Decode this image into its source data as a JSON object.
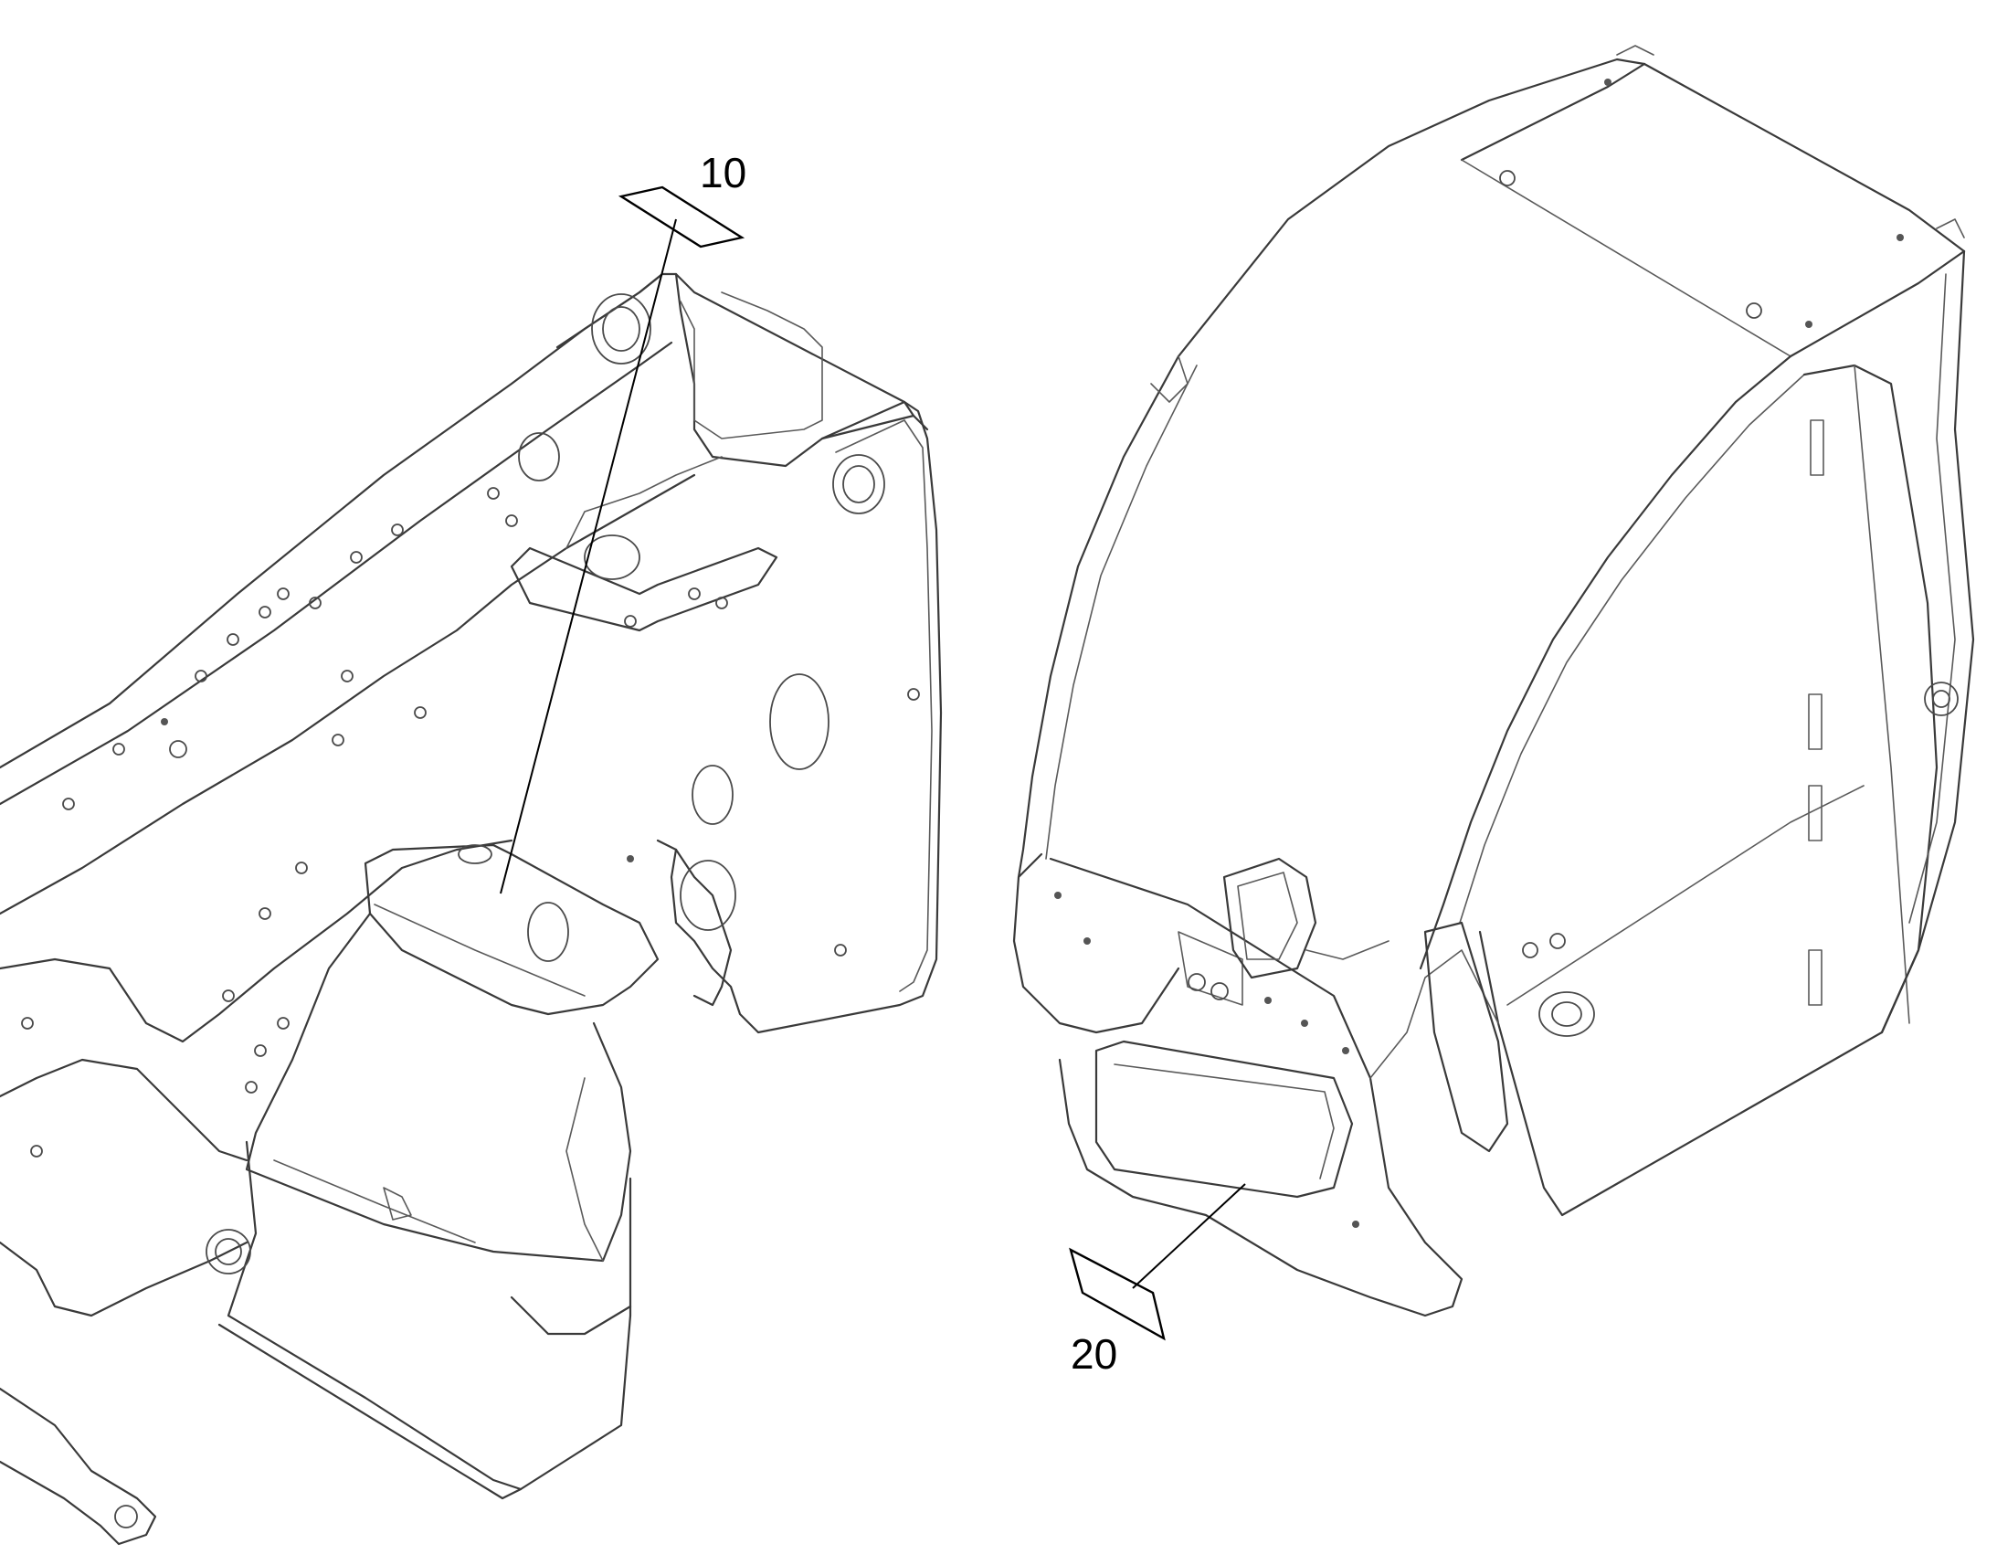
{
  "callouts": [
    {
      "id": "callout-10",
      "label": "10"
    },
    {
      "id": "callout-20",
      "label": "20"
    }
  ],
  "colors": {
    "line": "#3a3a3a",
    "leader": "#000000",
    "background": "#ffffff"
  }
}
